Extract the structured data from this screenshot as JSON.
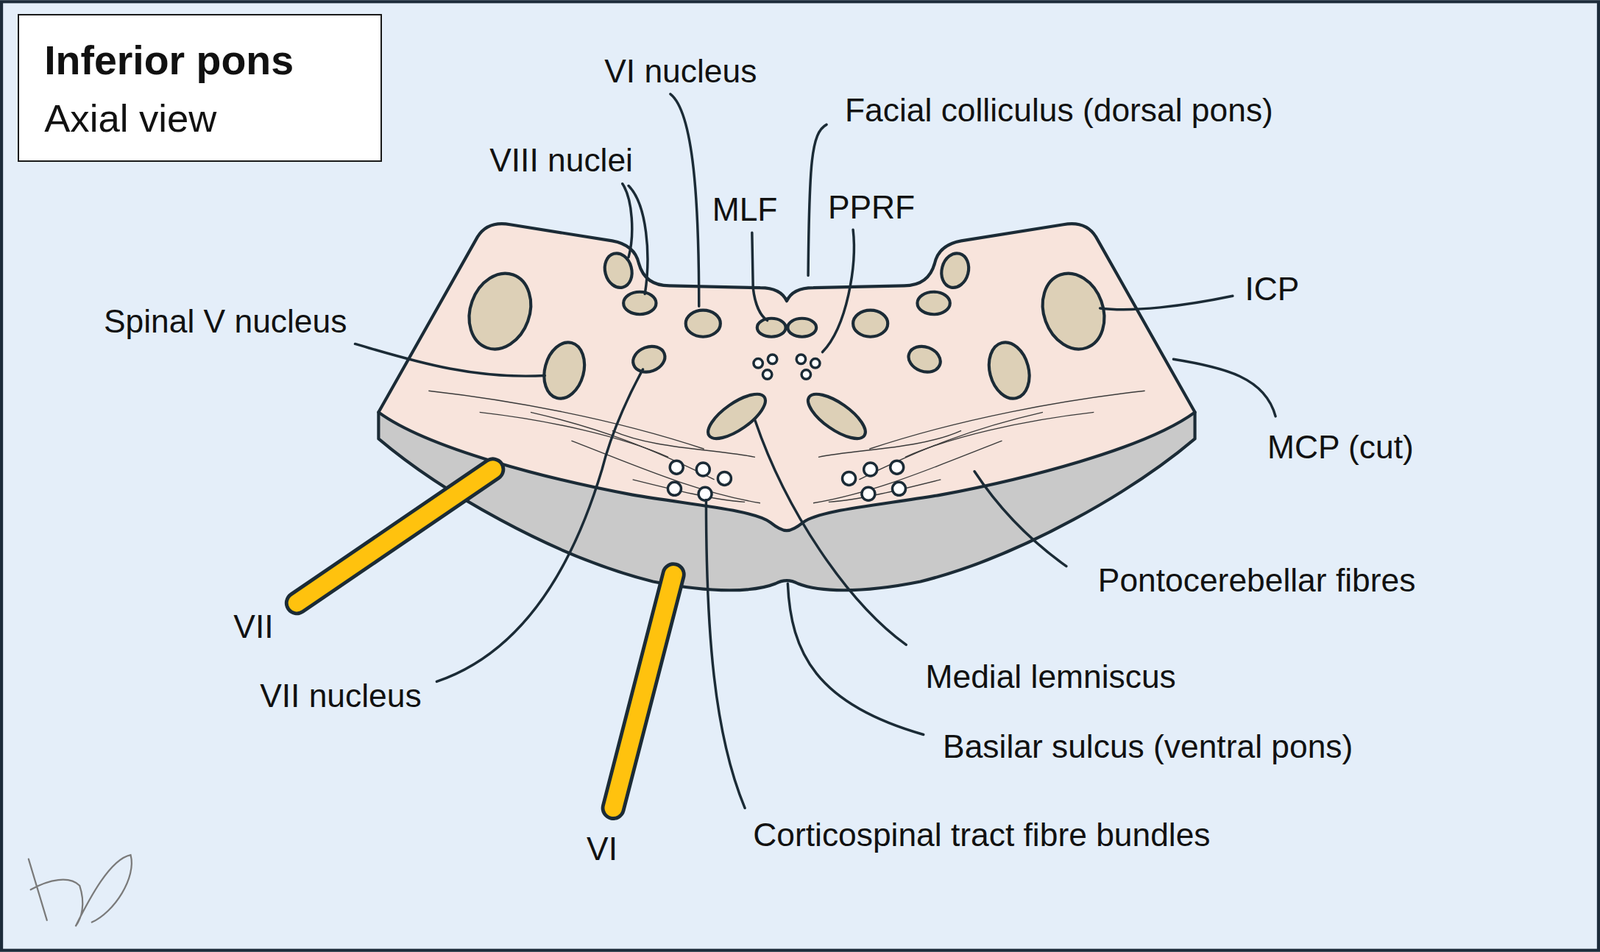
{
  "diagram": {
    "nodes": [
      {
        "text": [
          "Inferior pons",
          "Axial view"
        ]
      }
    ],
    "labels": [
      "VI nucleus",
      "Facial colliculus (dorsal pons)",
      "VIII nuclei",
      "MLF",
      "PPRF",
      "Spinal V nucleus",
      "ICP",
      "MCP (cut)",
      "Pontocerebellar fibres",
      "VII",
      "VII nucleus",
      "Medial lemniscus",
      "Basilar sulcus (ventral pons)",
      "VI",
      "Corticospinal tract fibre bundles"
    ]
  }
}
